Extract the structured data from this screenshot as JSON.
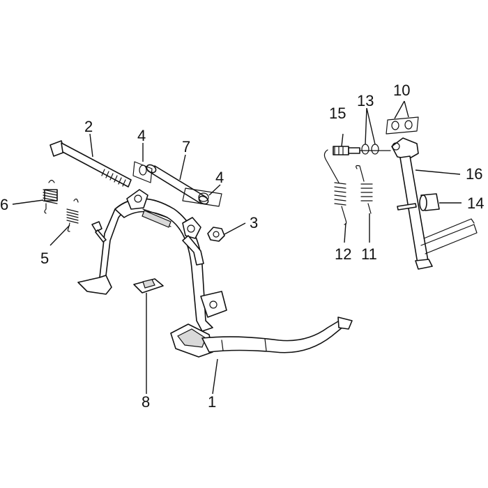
{
  "diagram": {
    "callouts": [
      "1",
      "2",
      "3",
      "4",
      "4",
      "5",
      "6",
      "7",
      "8",
      "10",
      "11",
      "12",
      "13",
      "14",
      "15",
      "16"
    ]
  }
}
